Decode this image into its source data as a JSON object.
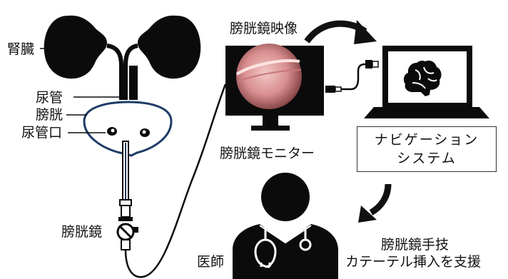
{
  "labels": {
    "kidney": "腎臓",
    "ureter": "尿管",
    "bladder": "膀胱",
    "ureteral_orifice": "尿管口",
    "cystoscope": "膀胱鏡",
    "cystoscope_video": "膀胱鏡映像",
    "cystoscope_monitor": "膀胱鏡モニター",
    "navigation_system_line1": "ナビゲーション",
    "navigation_system_line2": "システム",
    "doctor": "医師",
    "support_line1": "膀胱鏡手技",
    "support_line2": "カテーテル挿入を支援"
  },
  "icons": {
    "kidney": "kidney-icon",
    "bladder": "bladder-icon",
    "cystoscope": "cystoscope-icon",
    "monitor": "monitor-icon",
    "laptop": "laptop-icon",
    "brain": "brain-icon",
    "doctor": "doctor-icon",
    "cable": "usb-cable-icon"
  },
  "colors": {
    "bladder_outline": "#1f3b66",
    "dark": "#0b0b0b",
    "arrow": "#111111"
  }
}
